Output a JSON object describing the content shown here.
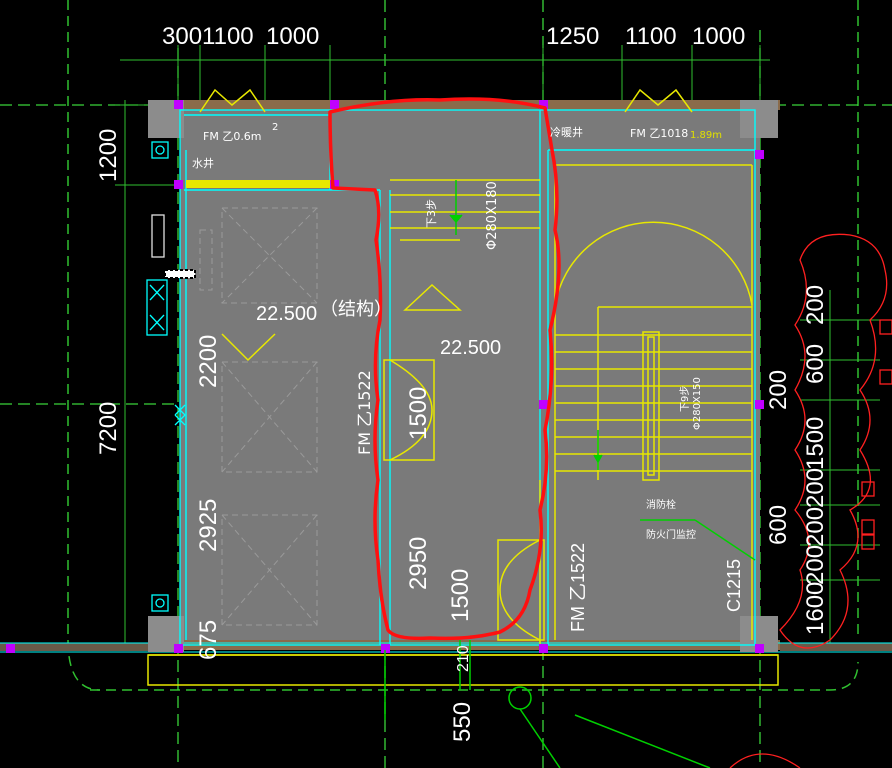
{
  "drawing": {
    "colors": {
      "background": "#000000",
      "room_fill": "#7a7a7a",
      "wall_cyan": "#00ffff",
      "wall_yellow": "#e8e800",
      "grid_green": "#39d339",
      "dim_green": "#30c030",
      "markup_red": "#ff1010",
      "column_gray": "#8c8c8c",
      "node_purple": "#c000ff"
    },
    "top_dimensions": {
      "left_group": "3001100",
      "left_2": "1000",
      "right_1": "1250",
      "right_2": "1100",
      "right_3": "1000"
    },
    "left_dimensions": {
      "upper": "1200",
      "overall": "7200",
      "mid": "2200",
      "lower": "2925",
      "bottom": "675"
    },
    "right_dimensions": [
      "200",
      "600",
      "200",
      "1500",
      "200",
      "200",
      "600",
      "200",
      "1600"
    ],
    "bottom_dimensions": {
      "small": "210",
      "overall": "550"
    },
    "labels": {
      "door_top_left": "FM 乙0.6m",
      "door_top_left_suffix": "2",
      "shaft_left": "水井",
      "elev_left": "22.500",
      "structure": "（结构）",
      "door_mid": "FM 乙1522",
      "elev_mid": "22.500",
      "stair_small": "下3步",
      "stair_pipe": "Φ280X180",
      "door_top_right": "FM 乙1018",
      "door_top_right_area": "1.89m",
      "shaft_right": "冷暖井",
      "stair_right_text": "下9步",
      "stair_right_pipe": "Φ280X150",
      "note_right_1": "消防栓",
      "note_right_2": "防火门监控",
      "door_right_lower": "FM 乙1522",
      "window_right": "C1215",
      "door_width_mid": "1500",
      "room_depth_mid": "2950",
      "door_width_low": "1500"
    }
  }
}
